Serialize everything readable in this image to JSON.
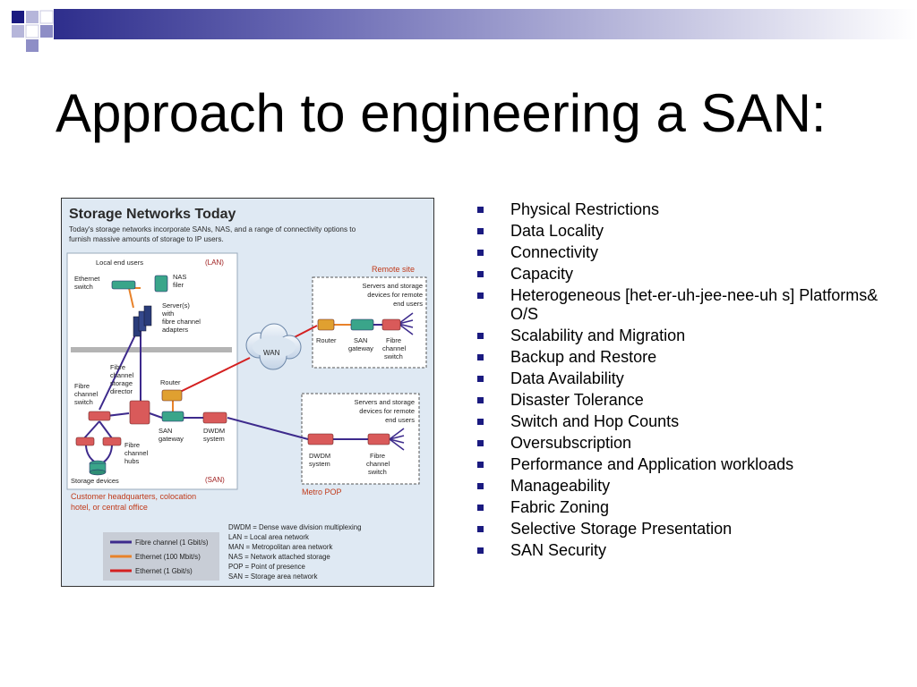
{
  "slide": {
    "title": "Approach to engineering a SAN:"
  },
  "colors": {
    "accent_dark": "#1a1a80",
    "band_start": "#2e2e8c",
    "figure_bg": "#dfe9f3",
    "fibre_channel": "#3d2a8c",
    "ethernet_100": "#e8822a",
    "ethernet_1g": "#d42020"
  },
  "bullets": [
    "Physical Restrictions",
    "Data Locality",
    "Connectivity",
    "Capacity",
    "Heterogeneous [het-er-uh-jee-nee-uh s] Platforms& O/S",
    "Scalability and Migration",
    "Backup and Restore",
    "Data Availability",
    "Disaster Tolerance",
    "Switch and Hop Counts",
    "Oversubscription",
    "Performance and Application workloads",
    "Manageability",
    "Fabric Zoning",
    "Selective Storage Presentation",
    "SAN Security"
  ],
  "figure": {
    "title": "Storage Networks Today",
    "subtitle_line1": "Today's storage networks incorporate SANs, NAS, and a range of connectivity options to",
    "subtitle_line2": "furnish massive amounts of storage to IP users.",
    "lan_label": "(LAN)",
    "san_label": "(SAN)",
    "local_end_users": "Local end users",
    "ethernet_switch_l1": "Ethernet",
    "ethernet_switch_l2": "switch",
    "nas_filer_l1": "NAS",
    "nas_filer_l2": "filer",
    "servers_l1": "Server(s)",
    "servers_l2": "with",
    "servers_l3": "fibre channel",
    "servers_l4": "adapters",
    "fc_director_l1": "Fibre",
    "fc_director_l2": "channel",
    "fc_director_l3": "storage",
    "fc_director_l4": "director",
    "fc_switch_l1": "Fibre",
    "fc_switch_l2": "channel",
    "fc_switch_l3": "switch",
    "router": "Router",
    "san_gateway_l1": "SAN",
    "san_gateway_l2": "gateway",
    "dwdm_l1": "DWDM",
    "dwdm_l2": "system",
    "fc_hubs_l1": "Fibre",
    "fc_hubs_l2": "channel",
    "fc_hubs_l3": "hubs",
    "storage_devices": "Storage devices",
    "customer_hq_l1": "Customer headquarters, colocation",
    "customer_hq_l2": "hotel, or central office",
    "wan": "WAN",
    "remote_site": "Remote site",
    "remote_servers_l1": "Servers and storage",
    "remote_servers_l2": "devices for remote",
    "remote_servers_l3": "end users",
    "remote_router": "Router",
    "remote_san_gateway_l1": "SAN",
    "remote_san_gateway_l2": "gateway",
    "remote_fc_switch_l1": "Fibre",
    "remote_fc_switch_l2": "channel",
    "remote_fc_switch_l3": "switch",
    "metro_servers_l1": "Servers and storage",
    "metro_servers_l2": "devices for remote",
    "metro_servers_l3": "end users",
    "metro_dwdm_l1": "DWDM",
    "metro_dwdm_l2": "system",
    "metro_fc_switch_l1": "Fibre",
    "metro_fc_switch_l2": "channel",
    "metro_fc_switch_l3": "switch",
    "metro_pop": "Metro POP",
    "legend_fc": "Fibre channel (1 Gbit/s)",
    "legend_eth100": "Ethernet (100 Mbit/s)",
    "legend_eth1g": "Ethernet (1 Gbit/s)",
    "abbr_dwdm": "DWDM = Dense wave division multiplexing",
    "abbr_lan": "LAN = Local area network",
    "abbr_man": "MAN = Metropolitan area network",
    "abbr_nas": "NAS = Network attached storage",
    "abbr_pop": "POP = Point of presence",
    "abbr_san": "SAN = Storage area network"
  }
}
